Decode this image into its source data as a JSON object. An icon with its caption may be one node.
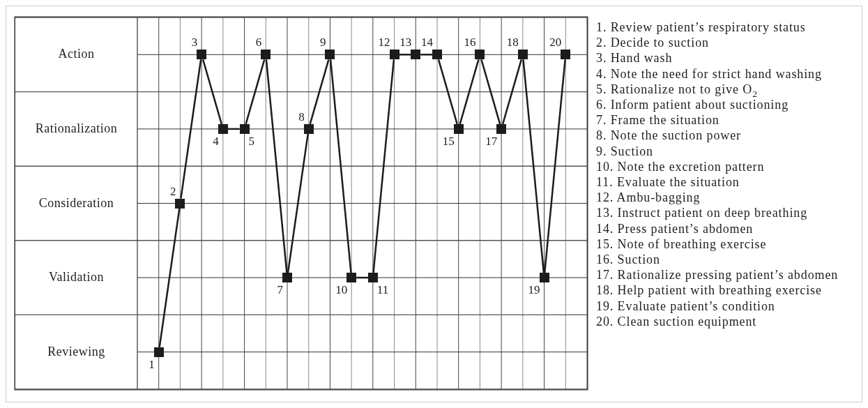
{
  "diagram": {
    "nodes": [
      {
        "text": [],
        "shape": "box",
        "beside": [
          "1"
        ]
      },
      {
        "text": [],
        "shape": "box",
        "beside": [
          "2"
        ]
      },
      {
        "text": [],
        "shape": "box",
        "beside": [
          "3"
        ]
      },
      {
        "text": [],
        "shape": "box",
        "beside": [
          "4"
        ]
      },
      {
        "text": [],
        "shape": "box",
        "beside": [
          "5"
        ]
      },
      {
        "text": [],
        "shape": "box",
        "beside": [
          "6"
        ]
      },
      {
        "text": [],
        "shape": "box",
        "beside": [
          "7"
        ]
      },
      {
        "text": [],
        "shape": "box",
        "beside": [
          "8"
        ]
      },
      {
        "text": [],
        "shape": "box",
        "beside": [
          "9"
        ]
      },
      {
        "text": [],
        "shape": "box",
        "beside": [
          "10"
        ]
      },
      {
        "text": [],
        "shape": "box",
        "beside": [
          "11"
        ]
      },
      {
        "text": [],
        "shape": "box",
        "beside": [
          "12"
        ]
      },
      {
        "text": [],
        "shape": "box",
        "beside": [
          "13"
        ]
      },
      {
        "text": [],
        "shape": "box",
        "beside": [
          "14"
        ]
      },
      {
        "text": [],
        "shape": "box",
        "beside": [
          "15"
        ]
      },
      {
        "text": [],
        "shape": "box",
        "beside": [
          "16"
        ]
      },
      {
        "text": [],
        "shape": "box",
        "beside": [
          "17"
        ]
      },
      {
        "text": [],
        "shape": "box",
        "beside": [
          "18"
        ]
      },
      {
        "text": [],
        "shape": "box",
        "beside": [
          "19"
        ]
      },
      {
        "text": [],
        "shape": "box",
        "beside": [
          "20"
        ]
      }
    ],
    "edges": [
      {
        "from": 0,
        "to": 1,
        "arrow": "none"
      },
      {
        "from": 1,
        "to": 2,
        "arrow": "none"
      },
      {
        "from": 2,
        "to": 3,
        "arrow": "none"
      },
      {
        "from": 3,
        "to": 4,
        "arrow": "none"
      },
      {
        "from": 4,
        "to": 5,
        "arrow": "none"
      },
      {
        "from": 5,
        "to": 6,
        "arrow": "none"
      },
      {
        "from": 6,
        "to": 7,
        "arrow": "none"
      },
      {
        "from": 7,
        "to": 8,
        "arrow": "none"
      },
      {
        "from": 8,
        "to": 9,
        "arrow": "none"
      },
      {
        "from": 9,
        "to": 10,
        "arrow": "none"
      },
      {
        "from": 10,
        "to": 11,
        "arrow": "none"
      },
      {
        "from": 11,
        "to": 12,
        "arrow": "none"
      },
      {
        "from": 12,
        "to": 13,
        "arrow": "none"
      },
      {
        "from": 13,
        "to": 14,
        "arrow": "none"
      },
      {
        "from": 14,
        "to": 15,
        "arrow": "none"
      },
      {
        "from": 15,
        "to": 16,
        "arrow": "none"
      },
      {
        "from": 16,
        "to": 17,
        "arrow": "none"
      },
      {
        "from": 17,
        "to": 18,
        "arrow": "none"
      },
      {
        "from": 18,
        "to": 19,
        "arrow": "none"
      }
    ],
    "labels": [
      "Action",
      "Rationalization",
      "Consideration",
      "Validation",
      "Reviewing",
      "1. Review patient’s respiratory status",
      "2. Decide to suction",
      "3. Hand wash",
      "4. Note the need for strict hand washing",
      "5. Rationalize not to give O$_{2}$",
      "6. Inform patient about suctioning",
      "7. Frame the situation",
      "8. Note the suction power",
      "9. Suction",
      "10. Note the excretion pattern",
      "11. Evaluate the situation",
      "12. Ambu-bagging",
      "13. Instruct patient on deep breathing",
      "14. Press patient’s abdomen",
      "15. Note of breathing exercise",
      "16. Suction",
      "17. Rationalize pressing patient’s abdomen",
      "18. Help patient with breathing exercise",
      "19. Evaluate patient’s condition",
      "20. Clean suction equipment"
    ]
  }
}
